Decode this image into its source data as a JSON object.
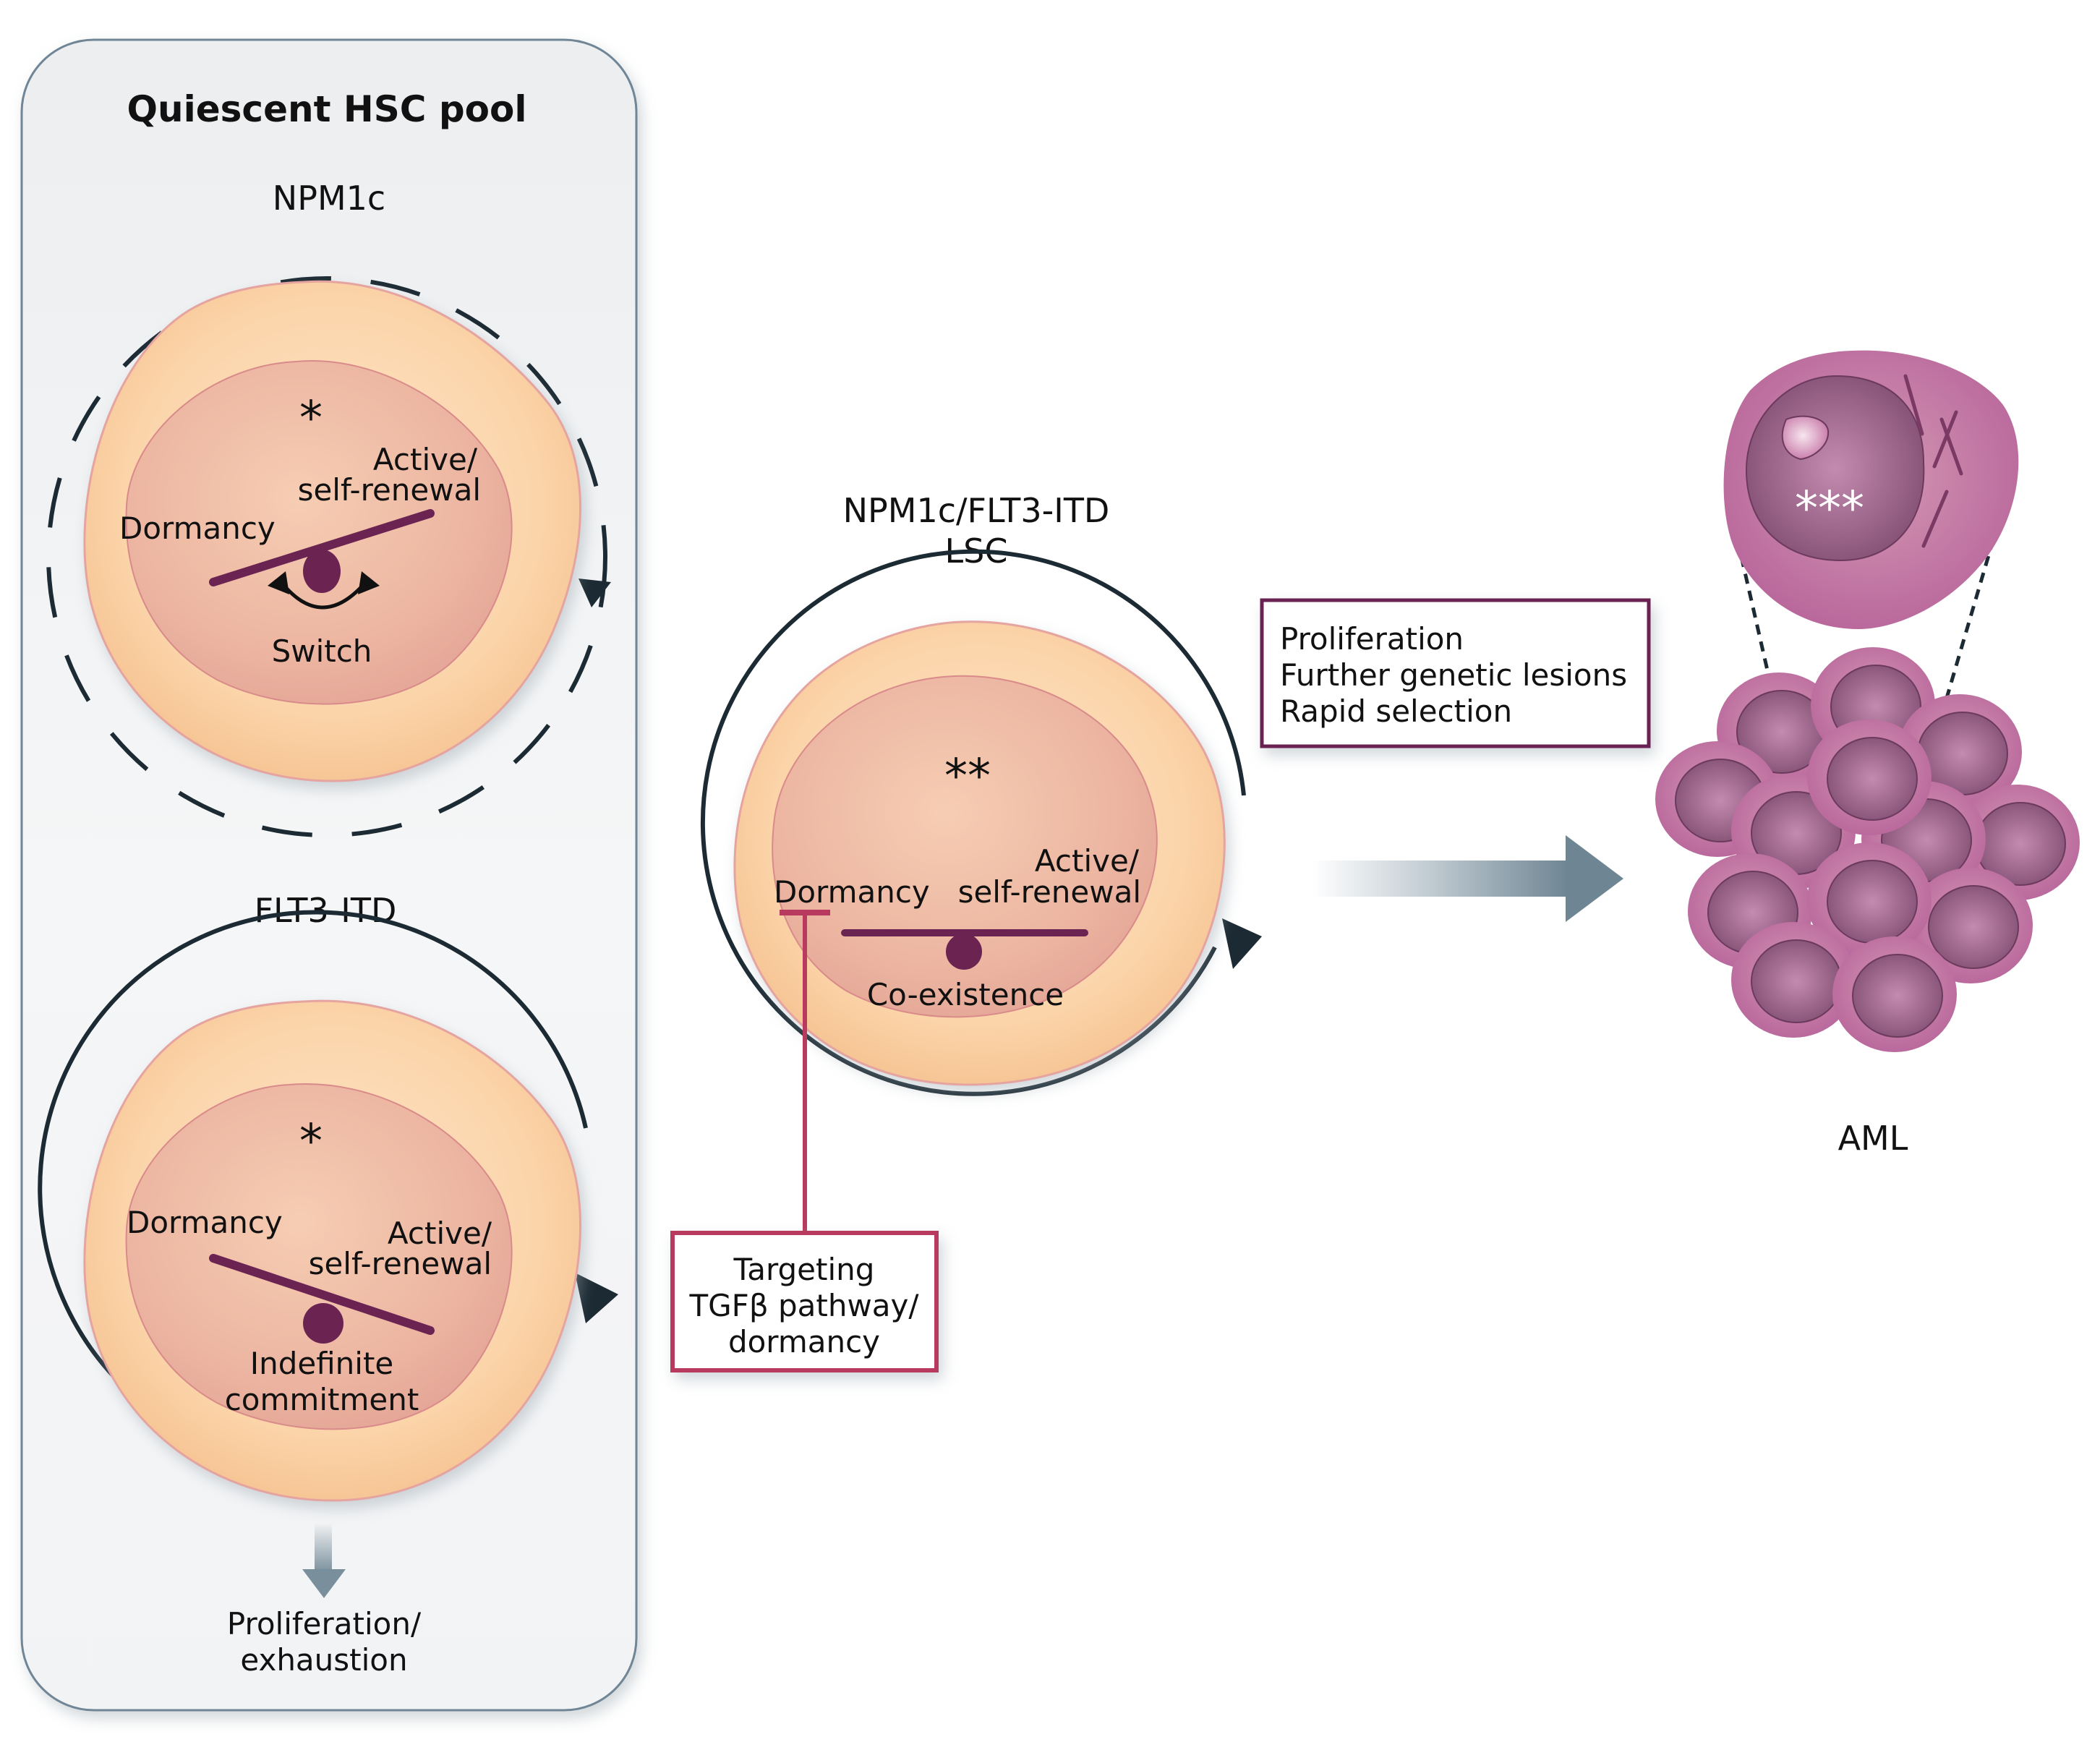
{
  "panel": {
    "title": "Quiescent HSC pool"
  },
  "npm1c": {
    "label": "NPM1c",
    "marker": "*",
    "left_label": "Dormancy",
    "right_label_line1": "Active/",
    "right_label_line2": "self-renewal",
    "bottom_label": "Switch",
    "cycle_style": "dashed"
  },
  "flt3": {
    "label": "FLT3-ITD",
    "marker": "*",
    "left_label": "Dormancy",
    "right_label_line1": "Active/",
    "right_label_line2": "self-renewal",
    "bottom_label_line1": "Indefinite",
    "bottom_label_line2": "commitment",
    "cycle_style": "solid"
  },
  "flt3_outcome": {
    "line1": "Proliferation/",
    "line2": "exhaustion"
  },
  "lsc": {
    "label_line1": "NPM1c/FLT3-ITD",
    "label_line2": "LSC",
    "marker": "**",
    "left_label": "Dormancy",
    "right_label_line1": "Active/",
    "right_label_line2": "self-renewal",
    "bottom_label": "Co-existence"
  },
  "targeting_box": {
    "line1": "Targeting",
    "line2": "TGFβ pathway/",
    "line3": "dormancy"
  },
  "progression_box": {
    "items": [
      "Proliferation",
      "Further genetic lesions",
      "Rapid selection"
    ]
  },
  "aml": {
    "label": "AML",
    "marker": "***"
  },
  "colors": {
    "panel_bg": "#f1f2f4",
    "panel_border": "#6f8595",
    "cell_outer": "#f8cda0",
    "cell_nucleus": "#eab3a0",
    "seesaw": "#6b2352",
    "inhibit_red": "#b83a5e",
    "box_border_plum": "#6b2352",
    "arrow_gray": "#7d909c",
    "aml_cell": "#c2739f",
    "aml_nucleus": "#8e5a7e"
  }
}
